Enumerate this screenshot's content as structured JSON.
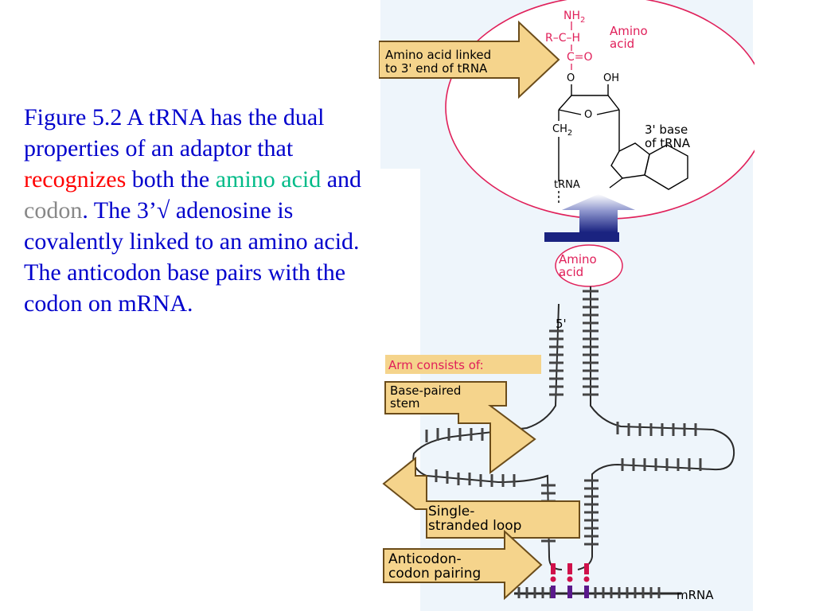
{
  "caption": {
    "part1": "Figure 5.2 A tRNA has the dual properties of an adaptor that ",
    "recognizes": "recognizes",
    "part2": " both the ",
    "amino_acid": "amino acid",
    "part3": " and ",
    "codon": "codon",
    "part4": ". The 3’√ adenosine is covalently linked to an amino acid. The anticodon base pairs with the codon on mRNA."
  },
  "diagram": {
    "amino_acid_linked": [
      "Amino acid linked",
      "to 3' end of tRNA"
    ],
    "chem": {
      "nh2": "NH",
      "nh2_sub": "2",
      "rch": "R–C–H",
      "co": "C=O",
      "o": "O",
      "oh": "OH",
      "ring_o": "O",
      "ch2": "CH",
      "ch2_sub": "2",
      "trna": "tRNA"
    },
    "amino_acid_pink": [
      "Amino",
      "acid"
    ],
    "base_label": [
      "3' base",
      "of tRNA"
    ],
    "amino_acid_small": [
      "Amino",
      "acid"
    ],
    "five_prime": "5'",
    "arm_consists": "Arm consists of:",
    "base_paired_stem": [
      "Base-paired",
      "stem"
    ],
    "single_stranded_loop": [
      "Single-",
      "stranded loop"
    ],
    "anticodon_pairing": [
      "Anticodon-",
      "codon pairing"
    ],
    "mrna": "mRNA",
    "colors": {
      "caption_blue": "#0000cc",
      "highlight_red": "#ff0000",
      "highlight_green": "#00bb88",
      "pink": "#e0205a",
      "arrow_fill": "#f5d48c",
      "navy": "#1a2380",
      "purple": "#5a1a8c"
    }
  }
}
